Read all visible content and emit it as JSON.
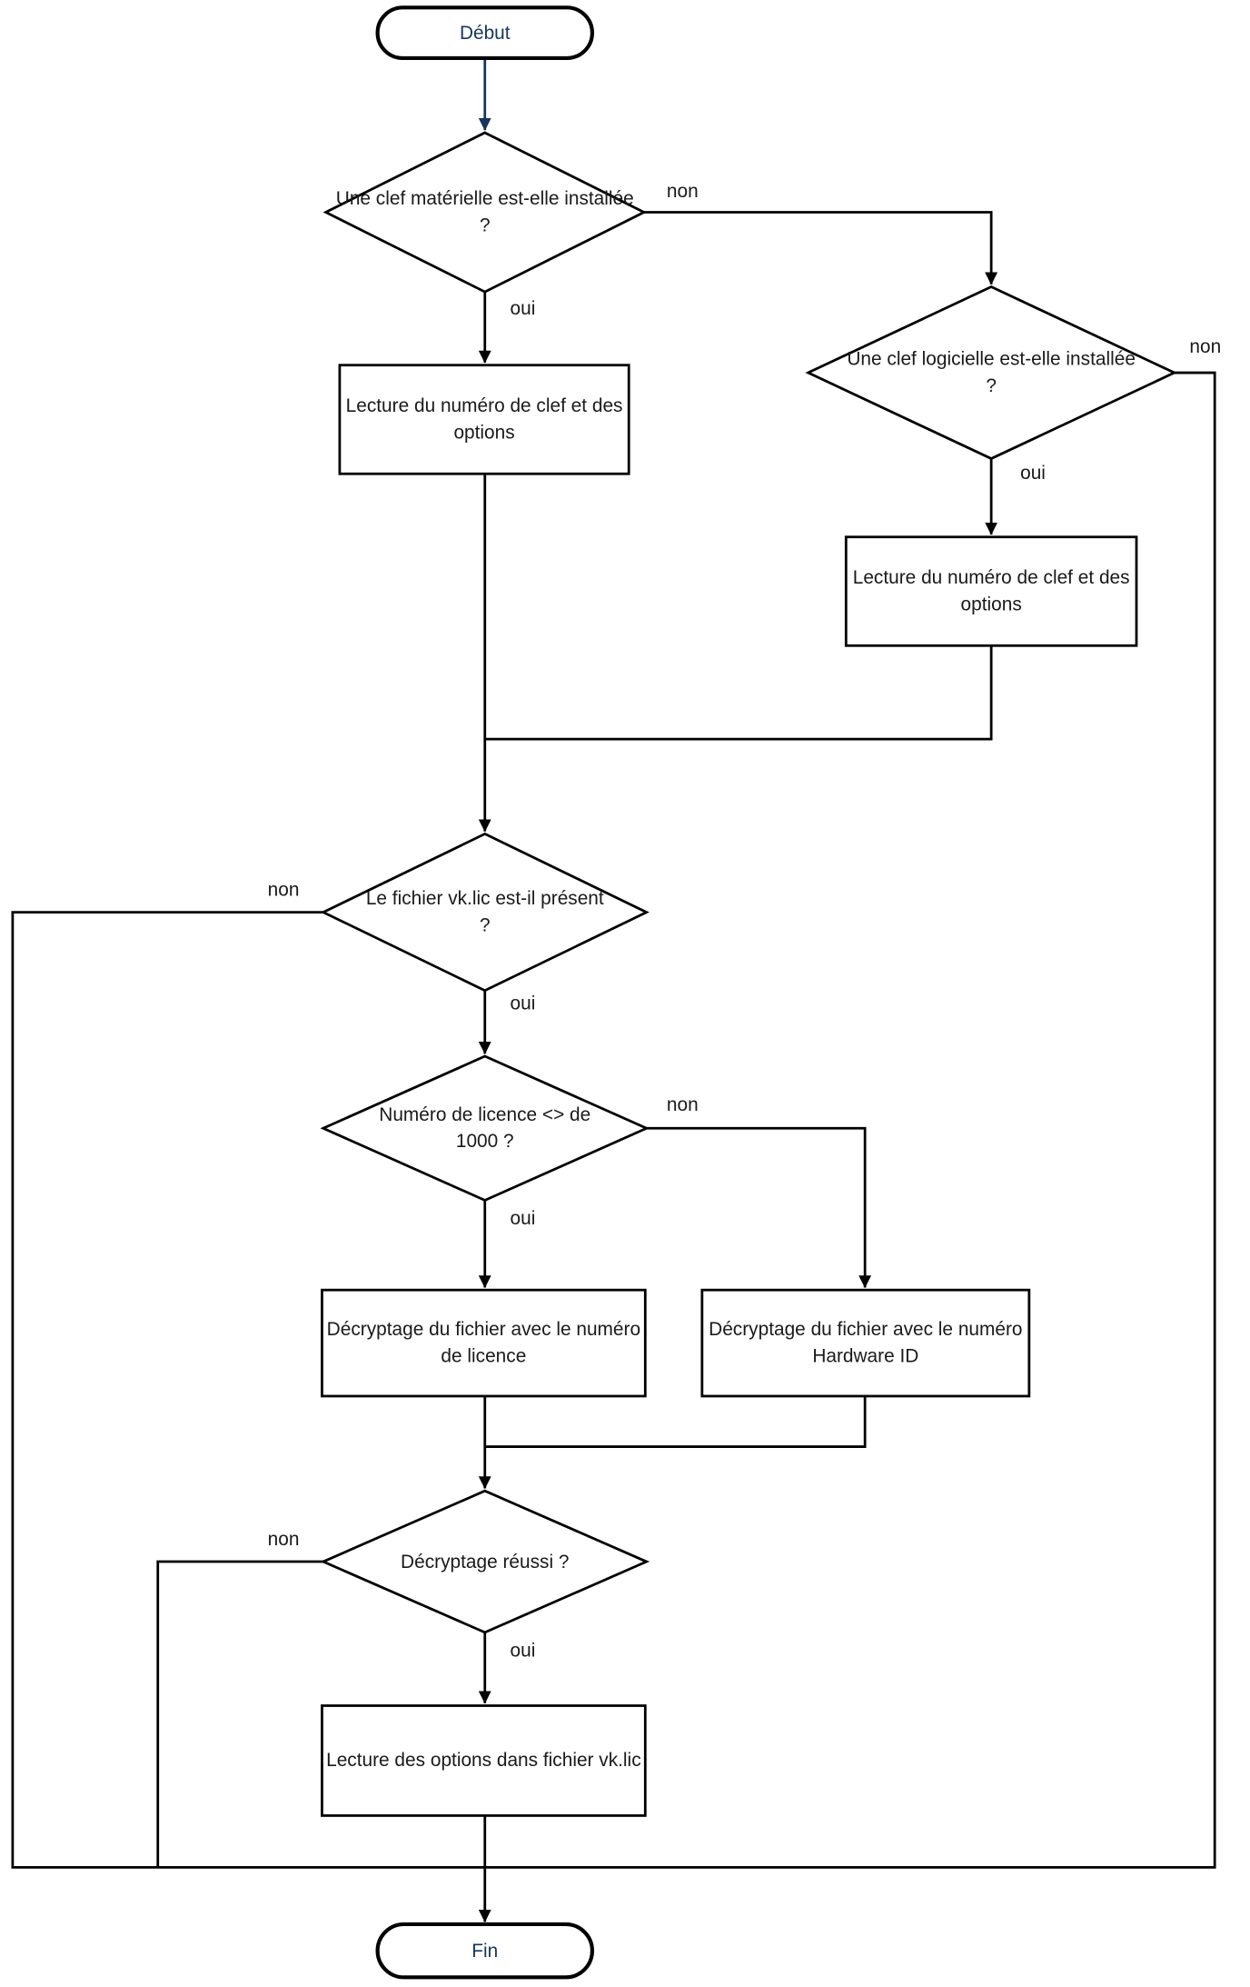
{
  "diagram": {
    "title": "Flowchart - verification de licence",
    "colors": {
      "line": "#000000",
      "shape_border": "#000000",
      "shape_fill": "#ffffff",
      "terminal_text": "#17365d",
      "start_arrow": "#17365d",
      "node_text": "#1a1a1a"
    },
    "nodes": {
      "start": {
        "type": "terminal",
        "label": "Début"
      },
      "d1": {
        "type": "decision",
        "label": "Une clef matérielle est-elle installée ?"
      },
      "r1": {
        "type": "process",
        "label": "Lecture du numéro de clef et des options"
      },
      "d2": {
        "type": "decision",
        "label": "Une clef logicielle est-elle installée ?"
      },
      "r2": {
        "type": "process",
        "label": "Lecture du numéro de clef et des options"
      },
      "d3": {
        "type": "decision",
        "label": "Le fichier vk.lic est-il présent ?"
      },
      "d4": {
        "type": "decision",
        "label": "Numéro de licence <> de 1000 ?"
      },
      "r3": {
        "type": "process",
        "label": "Décryptage du fichier avec le numéro de licence"
      },
      "r4": {
        "type": "process",
        "label": "Décryptage du fichier avec le numéro Hardware ID"
      },
      "d5": {
        "type": "decision",
        "label": "Décryptage réussi ?"
      },
      "r5": {
        "type": "process",
        "label": "Lecture des options dans fichier vk.lic"
      },
      "end": {
        "type": "terminal",
        "label": "Fin"
      }
    },
    "edge_labels": {
      "d1_oui": "oui",
      "d1_non": "non",
      "d2_oui": "oui",
      "d2_non": "non",
      "d3_oui": "oui",
      "d3_non": "non",
      "d4_oui": "oui",
      "d4_non": "non",
      "d5_oui": "oui",
      "d5_non": "non"
    }
  }
}
